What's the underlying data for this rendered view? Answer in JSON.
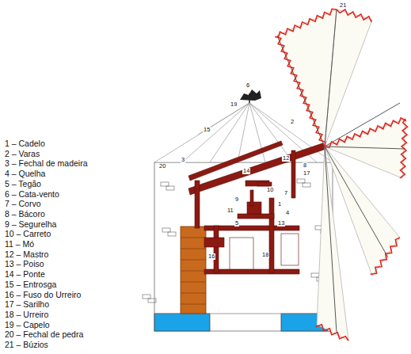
{
  "diagram": {
    "labels": [
      "1 – Cadelo",
      "2 – Varas",
      "3 – Fechal de madeira",
      "4 – Quelha",
      "5 – Tegão",
      "6 – Cata-vento",
      "7 – Corvo",
      "8 – Bácoro",
      "9 – Segurelha",
      "10 – Carreto",
      "11 – Mó",
      "12 – Mastro",
      "13 – Poiso",
      "14 – Ponte",
      "15 – Entrosga",
      "16 – Fuso do Urreiro",
      "17 – Sarilho",
      "18 – Urreiro",
      "19 – Capelo",
      "20 – Fechal de pedra",
      "21 – Búzios",
      "21",
      "6",
      "19",
      "2",
      "15",
      "12",
      "3",
      "20",
      "8",
      "17",
      "14",
      "10",
      "9",
      "7",
      "1",
      "4",
      "11",
      "5",
      "13",
      "16",
      "18"
    ]
  }
}
